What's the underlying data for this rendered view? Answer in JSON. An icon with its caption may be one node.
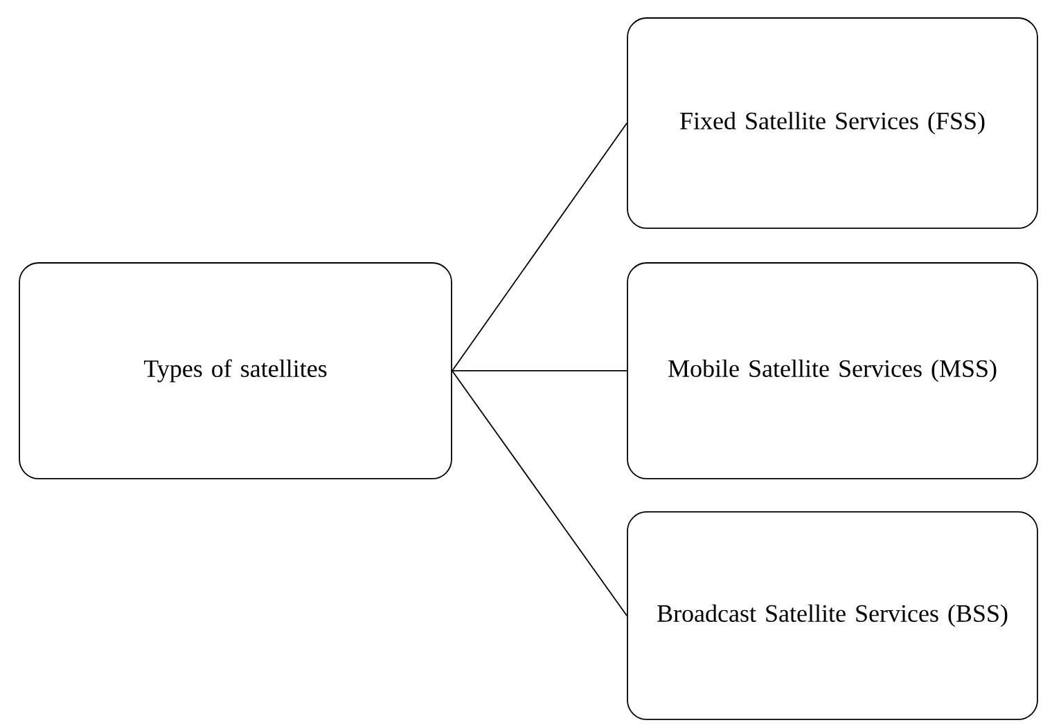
{
  "diagram": {
    "nodes": [
      {
        "text": [
          "Types of satellites"
        ]
      },
      {
        "text": [
          "Fixed Satellite Services (FSS)"
        ]
      },
      {
        "text": [
          "Mobile Satellite Services (MSS)"
        ]
      },
      {
        "text": [
          "Broadcast Satellite Services (BSS)"
        ]
      }
    ],
    "edges": [
      {
        "from": 0,
        "to": 1,
        "arrow": "none"
      },
      {
        "from": 0,
        "to": 2,
        "arrow": "none"
      },
      {
        "from": 0,
        "to": 3,
        "arrow": "none"
      }
    ]
  }
}
